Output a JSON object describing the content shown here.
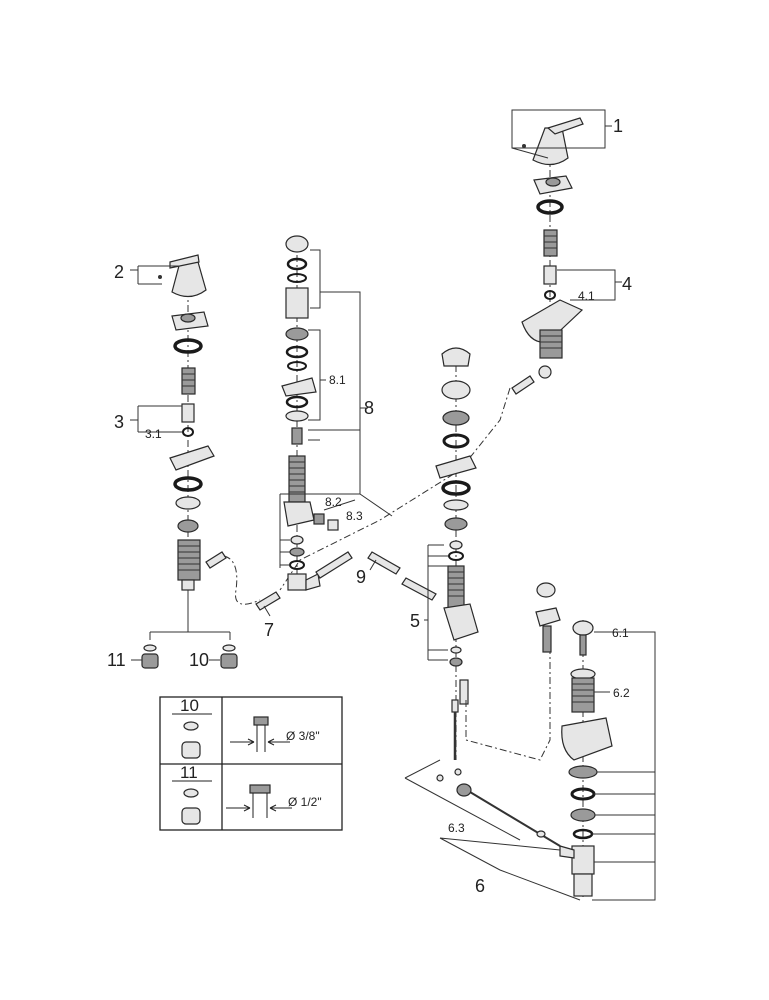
{
  "callouts": {
    "c1": "1",
    "c2": "2",
    "c3": "3",
    "c3_1": "3.1",
    "c4": "4",
    "c4_1": "4.1",
    "c5": "5",
    "c6": "6",
    "c6_1": "6.1",
    "c6_2": "6.2",
    "c6_3": "6.3",
    "c7": "7",
    "c8": "8",
    "c8_1": "8.1",
    "c8_2": "8.2",
    "c8_3": "8.3",
    "c9": "9",
    "c10": "10",
    "c11": "11"
  },
  "table": {
    "row1_num": "10",
    "row1_size": "Ø 3/8\"",
    "row2_num": "11",
    "row2_size": "Ø 1/2\""
  },
  "icons": [
    "handle-icon",
    "escutcheon-icon",
    "o-ring-icon",
    "cartridge-icon",
    "hose-icon",
    "spout-icon",
    "pop-up-drain-icon",
    "adapter-nut-icon"
  ],
  "colors": {
    "line": "#2a2a2a",
    "part_fill": "#e6e6e6",
    "background": "#ffffff"
  }
}
